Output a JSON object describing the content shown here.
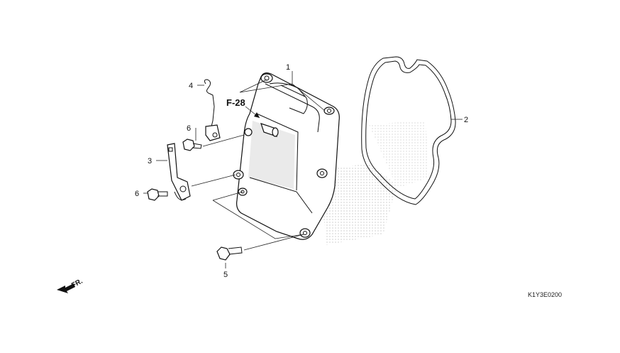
{
  "callouts": {
    "c1": "1",
    "c2": "2",
    "c3": "3",
    "c4": "4",
    "c5": "5",
    "c6a": "6",
    "c6b": "6"
  },
  "reference": "F-28",
  "direction": "FR.",
  "diagram_code": "K1Y3E0200"
}
